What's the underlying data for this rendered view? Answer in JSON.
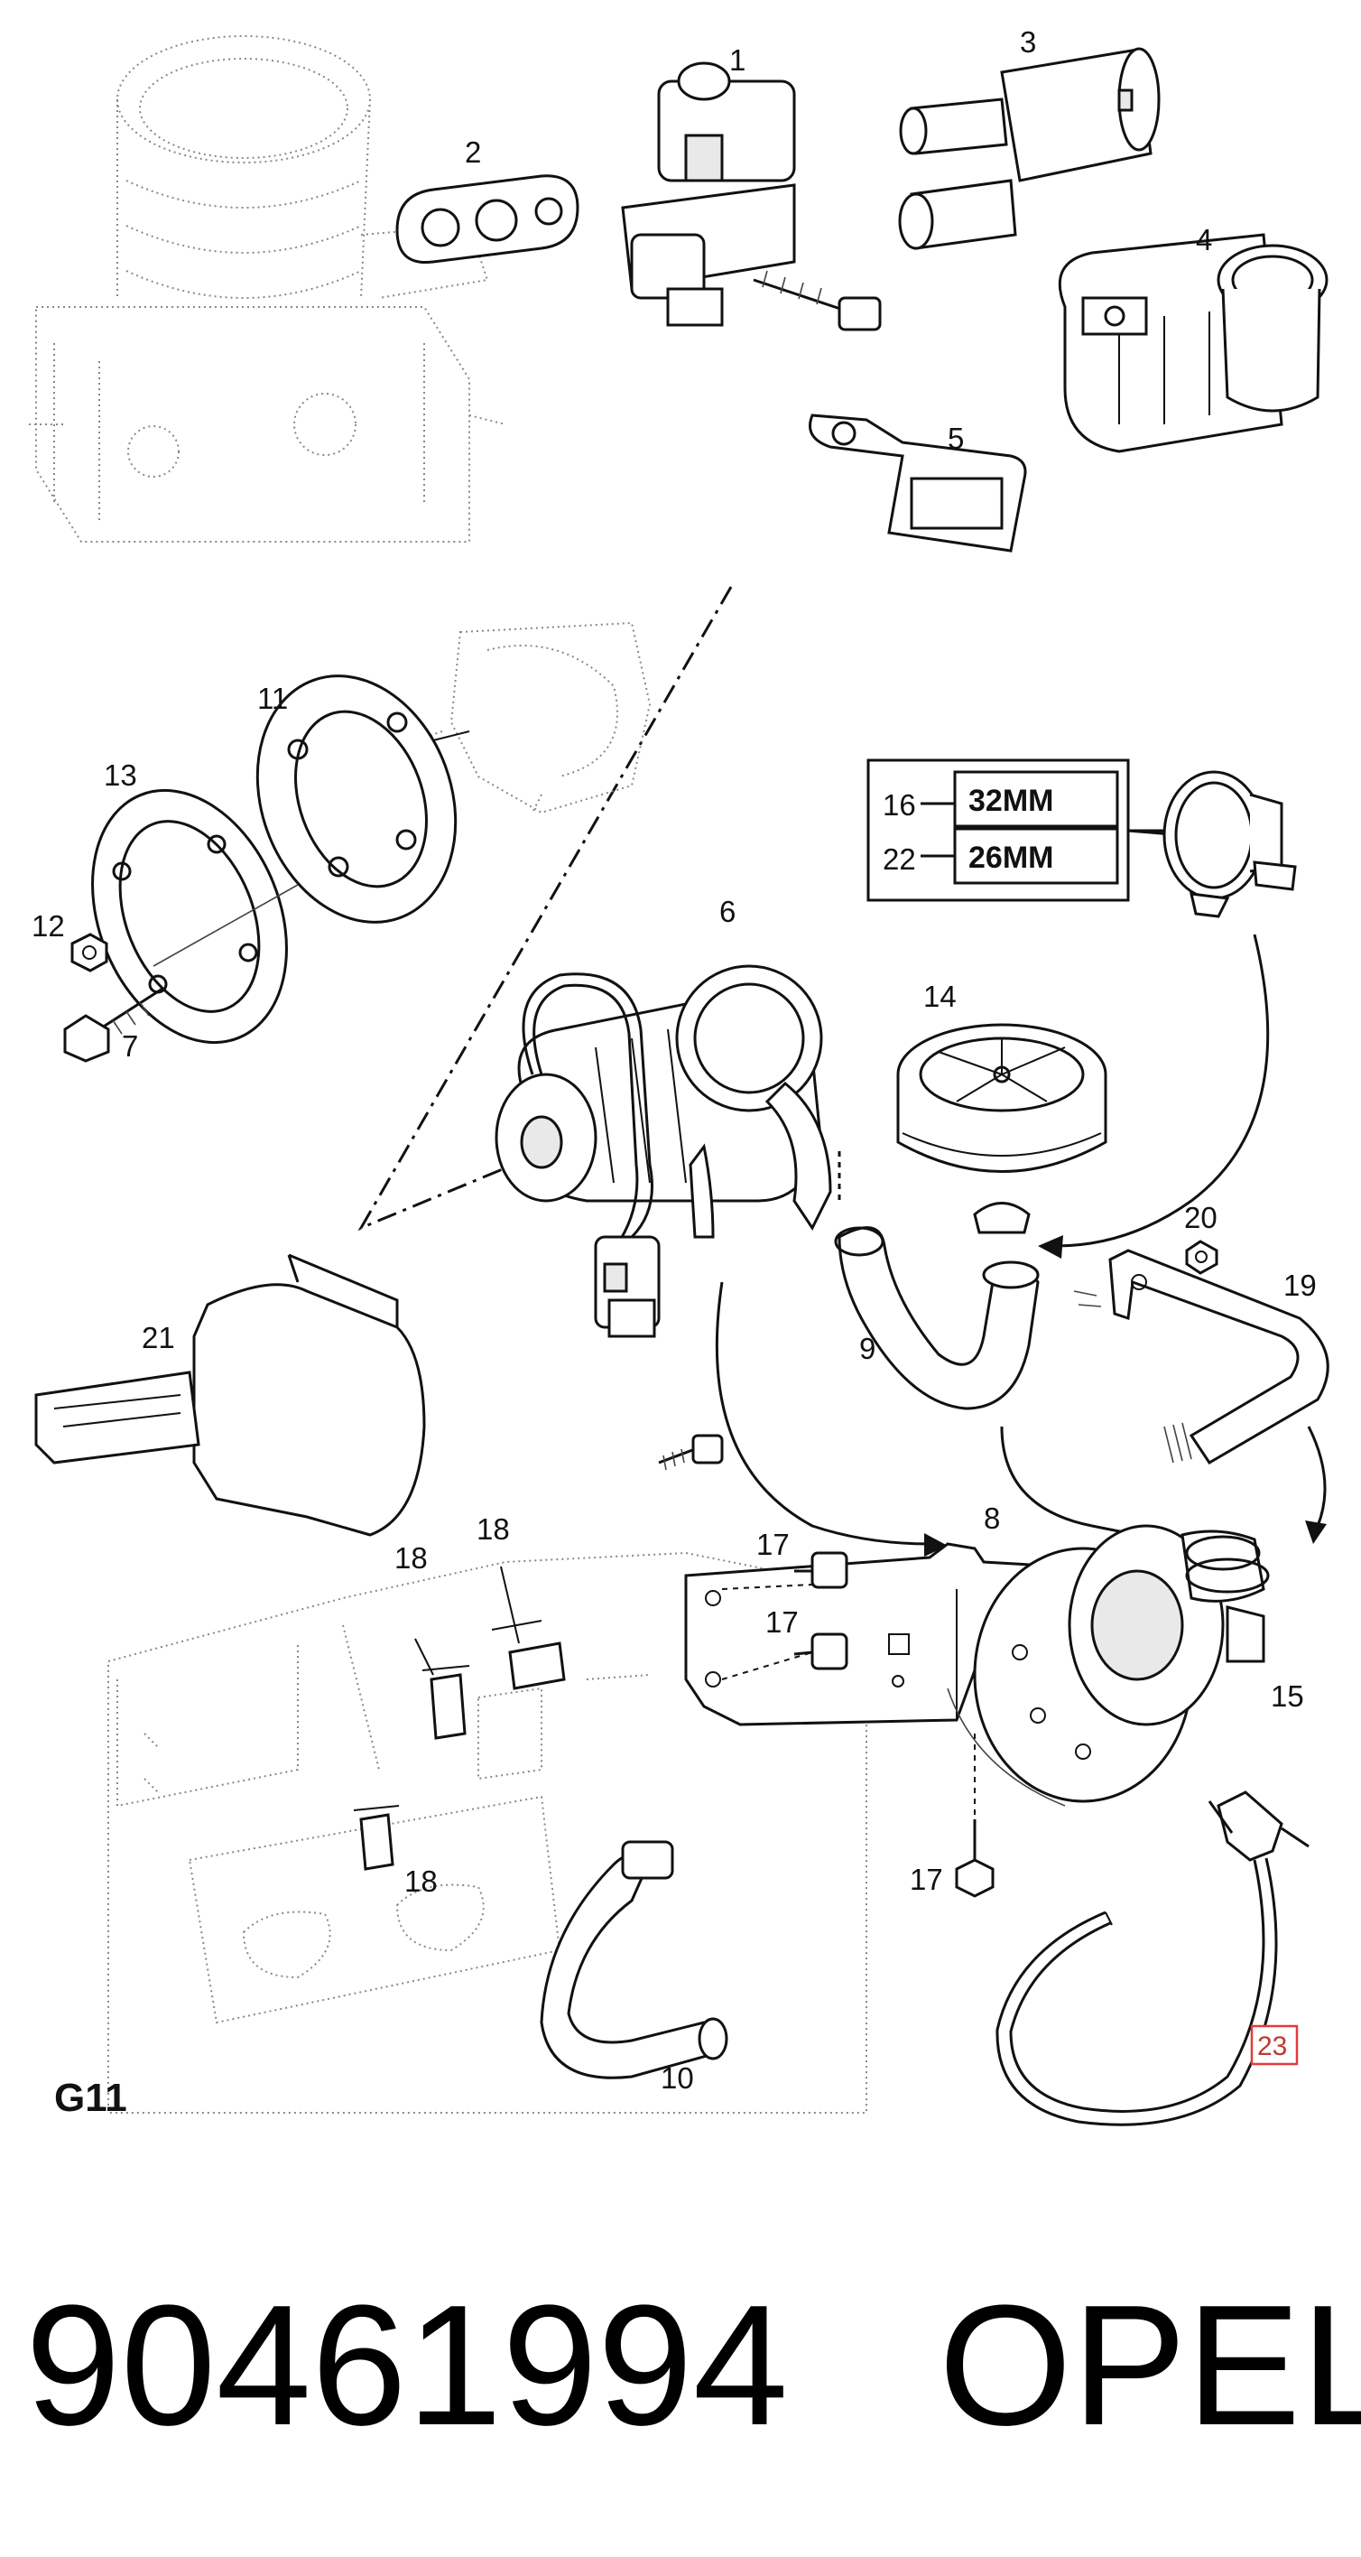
{
  "diagram": {
    "group_code": "G11",
    "part_number": "90461994",
    "brand": "OPEL",
    "highlighted_part": "23",
    "callouts": {
      "p1": "1",
      "p2": "2",
      "p3": "3",
      "p4": "4",
      "p5": "5",
      "p6": "6",
      "p7": "7",
      "p8": "8",
      "p9": "9",
      "p10": "10",
      "p11": "11",
      "p12": "12",
      "p13": "13",
      "p14": "14",
      "p15": "15",
      "p16": "16",
      "p17a": "17",
      "p17b": "17",
      "p17c": "17",
      "p18a": "18",
      "p18b": "18",
      "p18c": "18",
      "p19": "19",
      "p20": "20",
      "p21": "21",
      "p22": "22",
      "p23": "23"
    },
    "size_box": {
      "row1_size": "32MM",
      "row2_size": "26MM"
    }
  }
}
